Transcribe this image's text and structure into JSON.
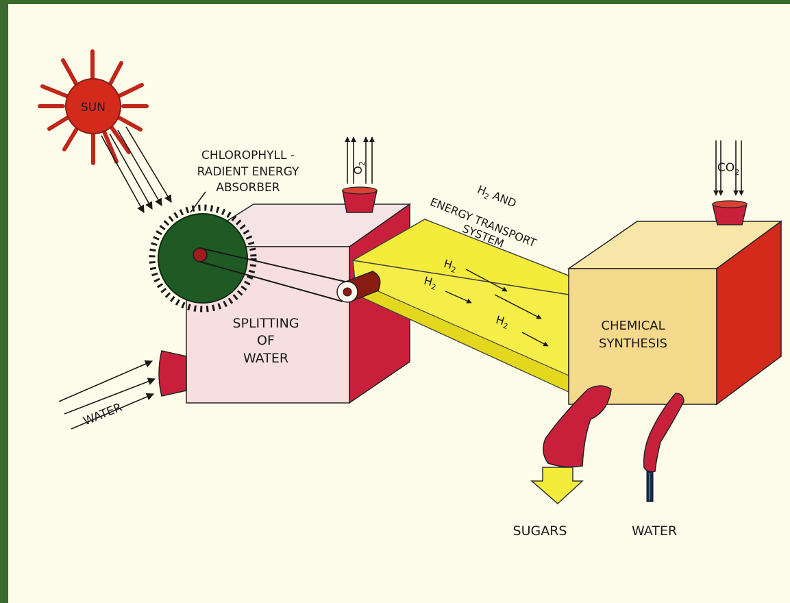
{
  "labels": {
    "sun": "SUN",
    "chlorophyll_1": "CHLOROPHYLL -",
    "chlorophyll_2": "RADIENT ENERGY",
    "chlorophyll_3": "ABSORBER",
    "o2": "O",
    "o2_sub": "2",
    "co2": "CO",
    "co2_sub": "2",
    "transport_1": "H",
    "transport_1_sub": "2",
    "transport_1_rest": " AND",
    "transport_2": "ENERGY TRANSPORT",
    "transport_3": "SYSTEM",
    "splitting_1": "SPLITTING",
    "splitting_2": "OF",
    "splitting_3": "WATER",
    "chem_1": "CHEMICAL",
    "chem_2": "SYNTHESIS",
    "water_in": "WATER",
    "sugars": "SUGARS",
    "water_out": "WATER",
    "h2_a": "H",
    "h2_b": "H",
    "h2_c": "H",
    "h2_sub": "2"
  },
  "colors": {
    "background_border": "#3b6a2e",
    "paper": "#fdfbe9",
    "red": "#d42a1c",
    "yellow": "#f4ec3a",
    "pink_box": "#f7dfe0",
    "orange_box": "#f5d98c",
    "green_wheel": "#1f5a24"
  }
}
